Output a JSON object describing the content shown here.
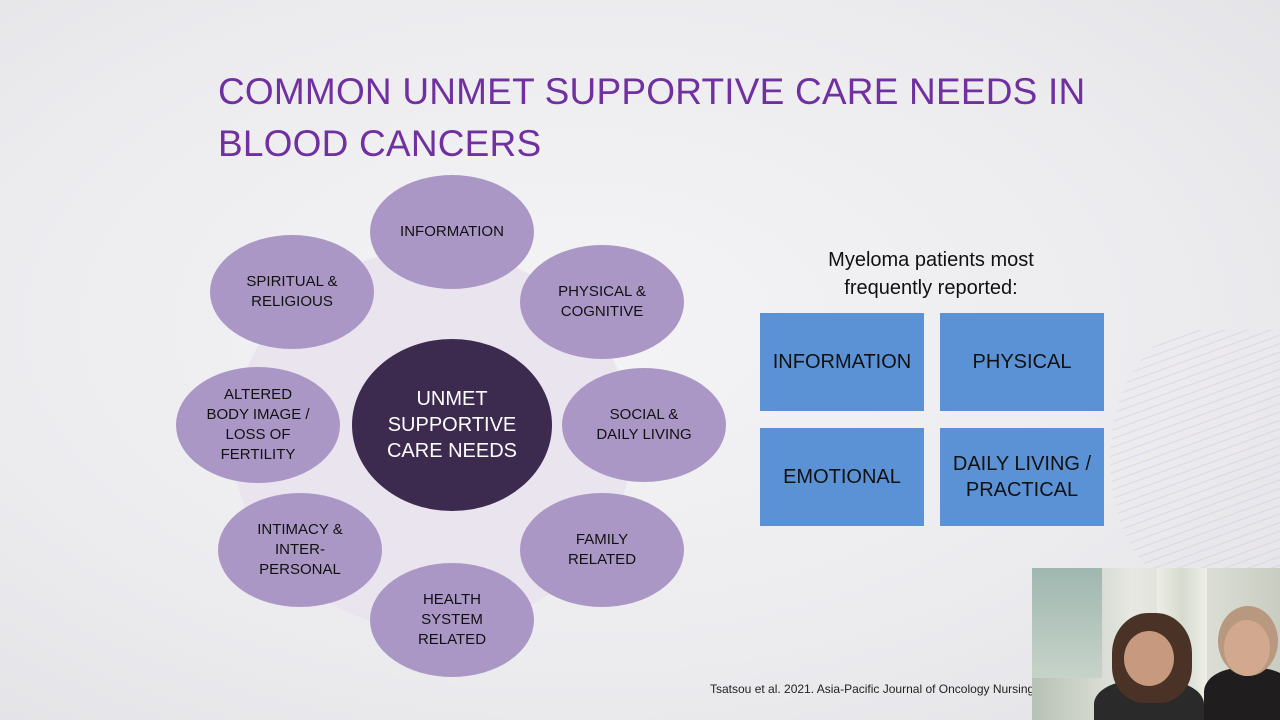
{
  "slide": {
    "title": "COMMON UNMET SUPPORTIVE CARE NEEDS IN BLOOD CANCERS",
    "center": "UNMET\nSUPPORTIVE\nCARE NEEDS",
    "petals": [
      "INFORMATION",
      "PHYSICAL &\nCOGNITIVE",
      "SOCIAL &\nDAILY LIVING",
      "FAMILY\nRELATED",
      "HEALTH\nSYSTEM\nRELATED",
      "INTIMACY &\nINTER-\nPERSONAL",
      "ALTERED\nBODY IMAGE /\nLOSS OF\nFERTILITY",
      "SPIRITUAL &\nRELIGIOUS"
    ],
    "side_heading": "Myeloma patients most frequently reported:",
    "boxes": [
      "INFORMATION",
      "PHYSICAL",
      "EMOTIONAL",
      "DAILY LIVING /\nPRACTICAL"
    ],
    "citation": "Tsatsou et al. 2021. Asia-Pacific Journal of Oncology Nursing"
  },
  "colors": {
    "title": "#7030a0",
    "petal": "#ab97c5",
    "center": "#3d2a4f",
    "box": "#5b92d6",
    "halo": "#e9e4ee"
  }
}
